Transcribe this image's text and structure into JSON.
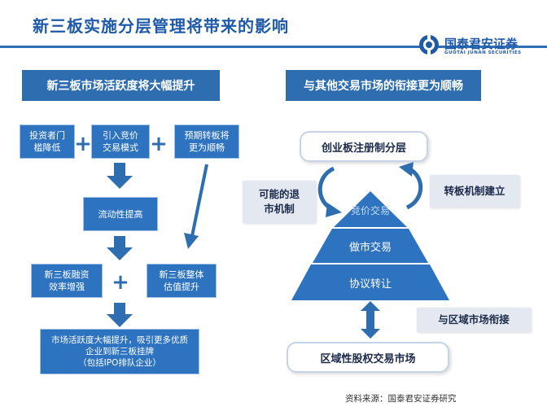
{
  "page_title": "新三板实施分层管理将带来的影响",
  "logo": {
    "name_cn": "国泰君安证券",
    "name_en": "GUOTAI JUNAN SECURITIES"
  },
  "left_panel": {
    "header": "新三板市场活跃度将大幅提升",
    "box1": "投资者门\n槛降低",
    "box2": "引入竞价\n交易模式",
    "box3": "预期转板将\n更为顺畅",
    "box4": "流动性提高",
    "box5": "新三板融资\n效率增强",
    "box6": "新三板整体\n估值提升",
    "box7": "市场活跃度大幅提升，吸引更多优质\n企业到新三板挂牌\n（包括IPO排队企业）",
    "plus": "+"
  },
  "right_panel": {
    "header": "与其他交易市场的衔接更为顺畅",
    "top_box": "创业板注册制分层",
    "left_note": "可能的退\n市机制",
    "right_note": "转板机制建立",
    "pyramid": [
      "竞价交易",
      "做市交易",
      "协议转让"
    ],
    "bottom_note": "与区域市场衔接",
    "bottom_box": "区域性股权交易市场"
  },
  "source": "资料来源：国泰君安证券研究",
  "colors": {
    "primary": "#2e6db0",
    "box": "#2e73c0",
    "title": "#1f5aa8",
    "gray_panel": "#e4e8f0"
  }
}
